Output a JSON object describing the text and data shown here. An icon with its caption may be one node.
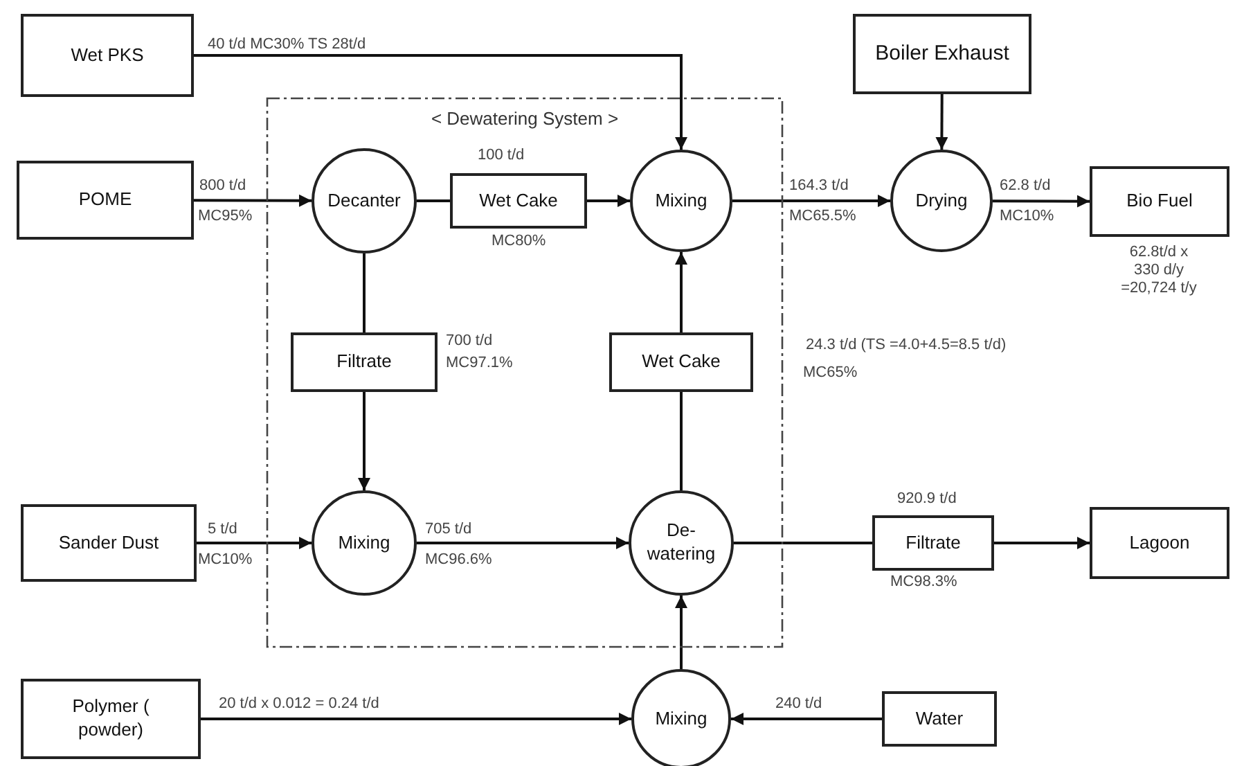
{
  "diagram": {
    "nodes": [
      {
        "text": [
          "Wet PKS"
        ]
      },
      {
        "text": [
          "Boiler Exhaust"
        ]
      },
      {
        "text": [
          "< Dewatering System >"
        ]
      },
      {
        "text": [
          "POME"
        ]
      },
      {
        "text": [
          "Decanter"
        ],
        "in": 2
      },
      {
        "text": [
          "Wet Cake"
        ],
        "in": 2,
        "beside": [
          "100 t/d",
          "MC80%"
        ]
      },
      {
        "text": [
          "Mixing"
        ],
        "in": 2
      },
      {
        "text": [
          "Drying"
        ]
      },
      {
        "text": [
          "Bio Fuel"
        ],
        "beside": [
          "62.8t/d x 330 d/y =20,724 t/y"
        ]
      },
      {
        "text": [
          "Filtrate"
        ],
        "in": 2,
        "beside": [
          "700 t/d",
          "MC97.1%"
        ]
      },
      {
        "text": [
          "Wet Cake"
        ],
        "in": 2
      },
      {
        "text": [
          "Sander Dust"
        ]
      },
      {
        "text": [
          "Mixing"
        ],
        "in": 2
      },
      {
        "text": [
          "De- watering"
        ],
        "in": 2
      },
      {
        "text": [
          "Filtrate"
        ],
        "beside": [
          "920.9 t/d",
          "MC98.3%"
        ]
      },
      {
        "text": [
          "Lagoon"
        ]
      },
      {
        "text": [
          "Polymer ( powder)"
        ]
      },
      {
        "text": [
          "Mixing"
        ]
      },
      {
        "text": [
          "Water"
        ]
      }
    ],
    "edges": [
      {
        "from": 0,
        "to": 6,
        "arrow": "to",
        "label": "40 t/d MC30% TS 28t/d"
      },
      {
        "from": 1,
        "to": 7,
        "arrow": "to"
      },
      {
        "from": 3,
        "to": 4,
        "arrow": "to",
        "label": "800 t/d"
      },
      {
        "from": 4,
        "to": 5,
        "arrow": "none"
      },
      {
        "from": 5,
        "to": 6,
        "arrow": "to"
      },
      {
        "from": 6,
        "to": 7,
        "arrow": "to",
        "label": "164.3 t/d"
      },
      {
        "from": 7,
        "to": 8,
        "arrow": "to",
        "label": "62.8 t/d"
      },
      {
        "from": 4,
        "to": 9,
        "arrow": "none"
      },
      {
        "from": 9,
        "to": 12,
        "arrow": "to"
      },
      {
        "from": 11,
        "to": 12,
        "arrow": "to",
        "label": "5 t/d"
      },
      {
        "from": 12,
        "to": 13,
        "arrow": "to",
        "label": "705 t/d"
      },
      {
        "from": 13,
        "to": 10,
        "arrow": "none"
      },
      {
        "from": 10,
        "to": 6,
        "arrow": "to"
      },
      {
        "from": 13,
        "to": 14,
        "arrow": "none"
      },
      {
        "from": 14,
        "to": 15,
        "arrow": "to"
      },
      {
        "from": 16,
        "to": 17,
        "arrow": "to",
        "label": "20 t/d x 0.012 = 0.24 t/d"
      },
      {
        "from": 18,
        "to": 17,
        "arrow": "to",
        "label": "240 t/d"
      },
      {
        "from": 17,
        "to": 13,
        "arrow": "to"
      }
    ],
    "labels": [
      "MC95%",
      "MC65.5%",
      "MC10%",
      "24.3 t/d (TS =4.0+4.5=8.5 t/d)",
      "MC65%",
      "MC10%",
      "MC96.6%"
    ]
  }
}
